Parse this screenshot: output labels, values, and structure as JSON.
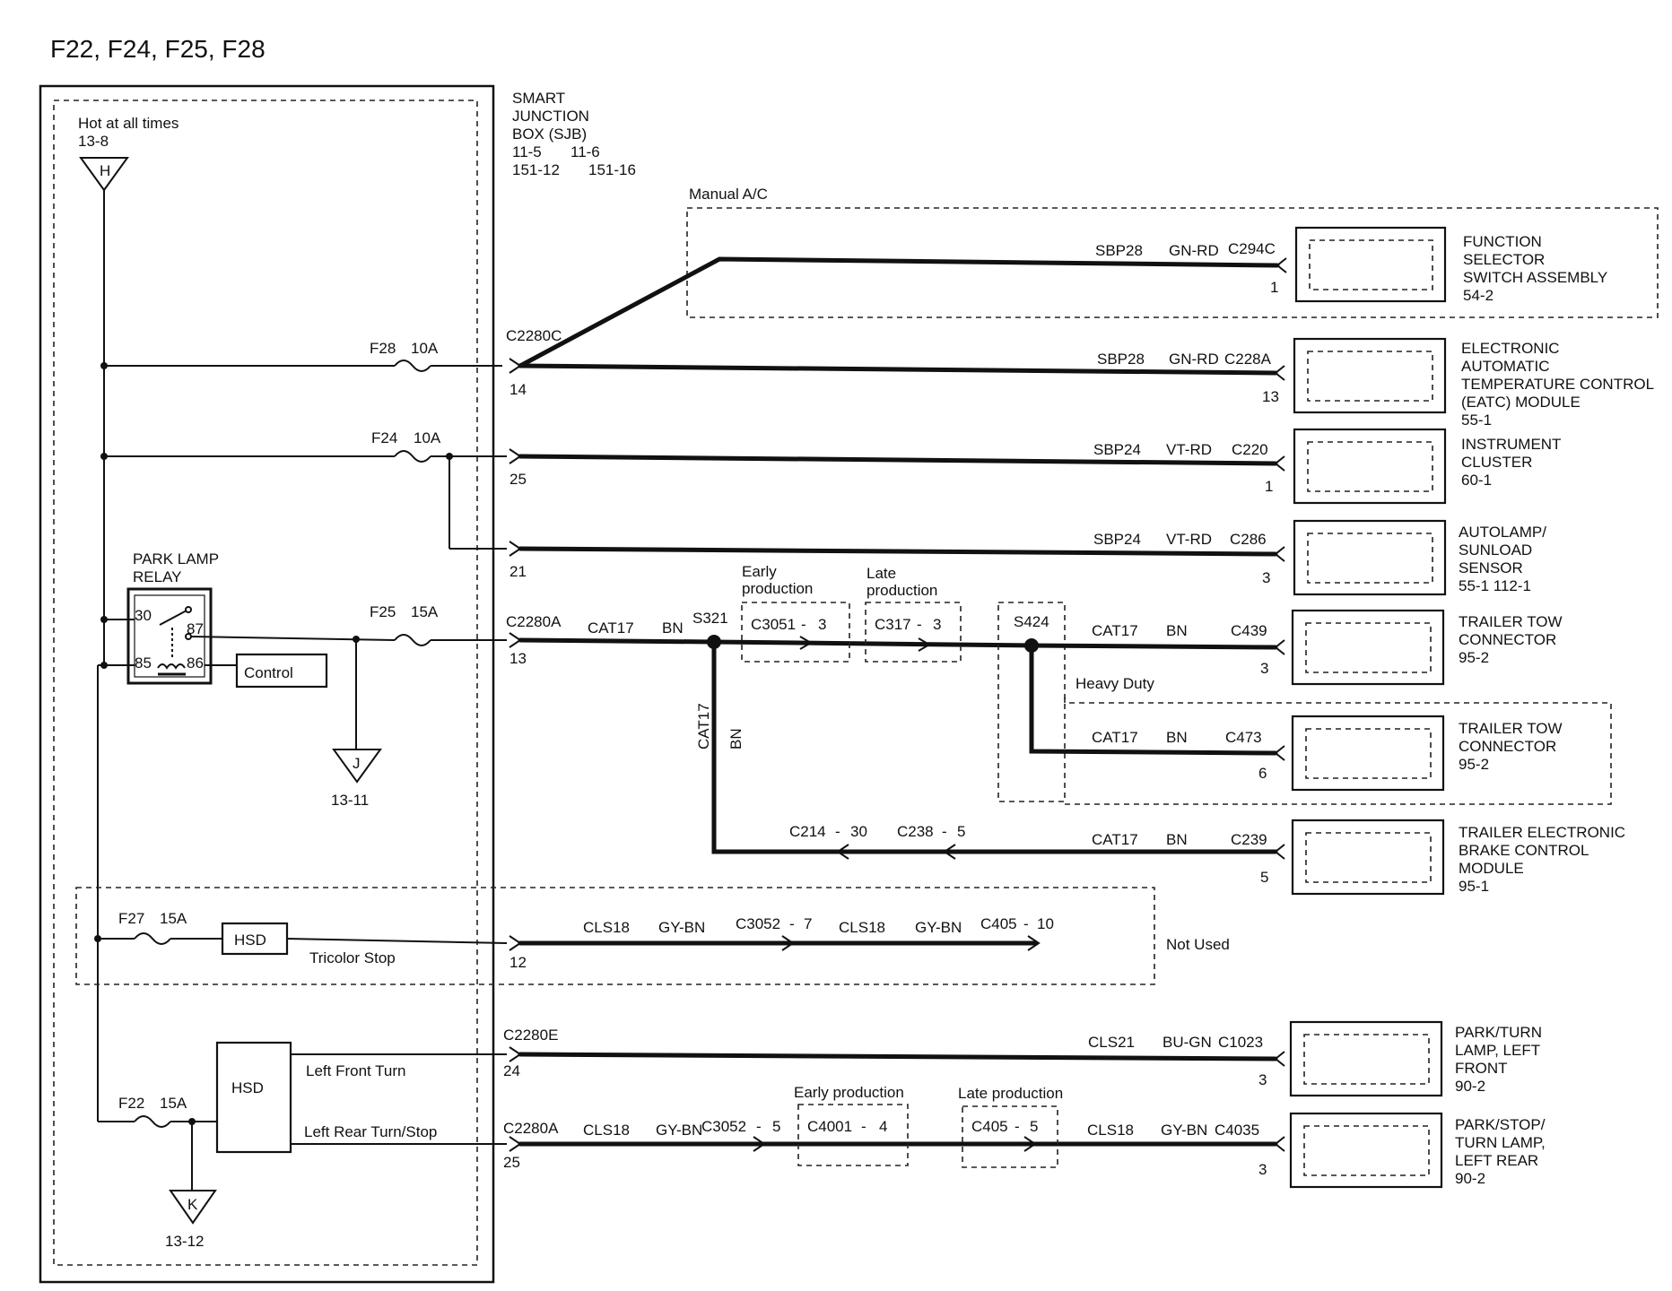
{
  "title": "F22, F24, F25, F28",
  "sjb": {
    "lines": [
      "SMART",
      "JUNCTION",
      "BOX (SJB)",
      "11-5",
      "11-6",
      "151-12",
      "151-16"
    ]
  },
  "sources": {
    "hot_label": "Hot at all times",
    "hot_ref": "13-8",
    "h": "H",
    "j": "J",
    "j_ref": "13-11",
    "k": "K",
    "k_ref": "13-12"
  },
  "fuses": {
    "f28": "F28",
    "f28_a": "10A",
    "f24": "F24",
    "f24_a": "10A",
    "f25": "F25",
    "f25_a": "15A",
    "f27": "F27",
    "f27_a": "15A",
    "f22": "F22",
    "f22_a": "15A"
  },
  "relay": {
    "title_1": "PARK LAMP",
    "title_2": "RELAY",
    "p30": "30",
    "p87": "87",
    "p85": "85",
    "p86": "86",
    "control": "Control"
  },
  "hsd": {
    "hsd1": "HSD",
    "tricolor": "Tricolor Stop",
    "hsd2": "HSD",
    "lf_turn": "Left Front Turn",
    "lr_turn": "Left Rear Turn/Stop"
  },
  "regions": {
    "manual_ac": "Manual A/C",
    "heavy_duty": "Heavy Duty",
    "not_used": "Not Used",
    "early_production": "Early production",
    "late_production": "Late production",
    "early_1": "Early",
    "early_2": "production",
    "late_1": "Late",
    "late_2": "production"
  },
  "sjb_pins": {
    "c2280c": "C2280C",
    "pin14": "14",
    "pin25a": "25",
    "pin21": "21",
    "c2280a": "C2280A",
    "pin13": "13",
    "pin12": "12",
    "c2280e": "C2280E",
    "pin24": "24",
    "c2280a_2": "C2280A",
    "pin25b": "25"
  },
  "circuits": {
    "sbp28": "SBP28",
    "gnrd": "GN-RD",
    "sbp24": "SBP24",
    "vtrd": "VT-RD",
    "cat17": "CAT17",
    "bn": "BN",
    "cls18": "CLS18",
    "gybn": "GY-BN",
    "cls21": "CLS21",
    "bugn": "BU-GN"
  },
  "connectors": {
    "c294c": "C294C",
    "c228a": "C228A",
    "c220": "C220",
    "c286": "C286",
    "c439": "C439",
    "c473": "C473",
    "c239": "C239",
    "c1023": "C1023",
    "c4035": "C4035",
    "s321": "S321",
    "s424": "S424",
    "c3051": "C3051",
    "c3051_pin": "3",
    "c317": "C317",
    "c317_pin": "3",
    "c214": "C214",
    "c214_pin": "30",
    "c238": "C238",
    "c238_pin": "5",
    "c3052": "C3052",
    "c3052_pin": "7",
    "c405": "C405",
    "c405_pin": "10",
    "c3052b": "C3052",
    "c3052b_pin": "5",
    "c4001": "C4001",
    "c4001_pin": "4",
    "c405b": "C405",
    "c405b_pin": "5",
    "dash": "-"
  },
  "comp_pins": {
    "fss": "1",
    "eatc": "13",
    "ic": "1",
    "auto": "3",
    "ttc1": "3",
    "ttc2": "6",
    "tebc": "5",
    "plf": "3",
    "plr": "3"
  },
  "components": {
    "fss": [
      "FUNCTION",
      "SELECTOR",
      "SWITCH ASSEMBLY",
      "54-2"
    ],
    "eatc": [
      "ELECTRONIC",
      "AUTOMATIC",
      "TEMPERATURE CONTROL",
      "(EATC) MODULE",
      "55-1"
    ],
    "ic": [
      "INSTRUMENT",
      "CLUSTER",
      "60-1"
    ],
    "auto": [
      "AUTOLAMP/",
      "SUNLOAD",
      "SENSOR",
      "55-1    112-1"
    ],
    "ttc1": [
      "TRAILER  TOW",
      "CONNECTOR",
      "95-2"
    ],
    "ttc2": [
      "TRAILER  TOW",
      "CONNECTOR",
      "95-2"
    ],
    "tebc": [
      "TRAILER ELECTRONIC",
      "BRAKE CONTROL",
      "MODULE",
      "95-1"
    ],
    "plf": [
      "PARK/TURN",
      "LAMP, LEFT",
      "FRONT",
      "90-2"
    ],
    "plr": [
      "PARK/STOP/",
      "TURN LAMP,",
      "LEFT REAR",
      "90-2"
    ]
  },
  "splice_s321_vertical": {
    "cat17": "CAT17",
    "bn": "BN"
  }
}
